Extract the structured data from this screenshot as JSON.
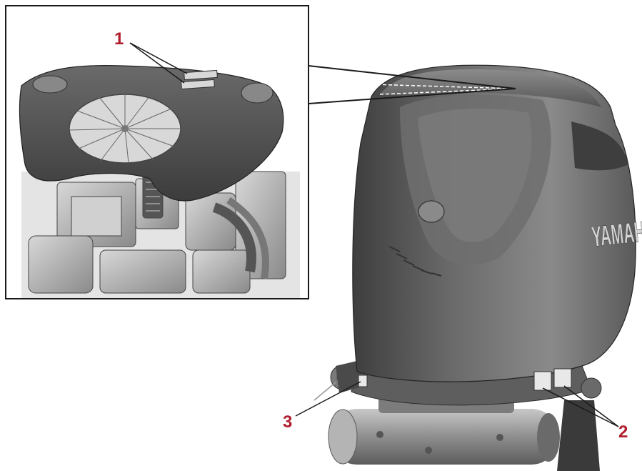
{
  "callouts": [
    {
      "id": "1",
      "label": "1"
    },
    {
      "id": "2",
      "label": "2"
    },
    {
      "id": "3",
      "label": "3"
    }
  ],
  "brand": {
    "text": "YAMAHA"
  },
  "colors": {
    "callout": "#b01e2e",
    "cowling_dark": "#4a4a4a",
    "cowling_mid": "#6e6e6e",
    "cowling_light": "#9a9a9a",
    "frame": "#1a1a1a"
  }
}
